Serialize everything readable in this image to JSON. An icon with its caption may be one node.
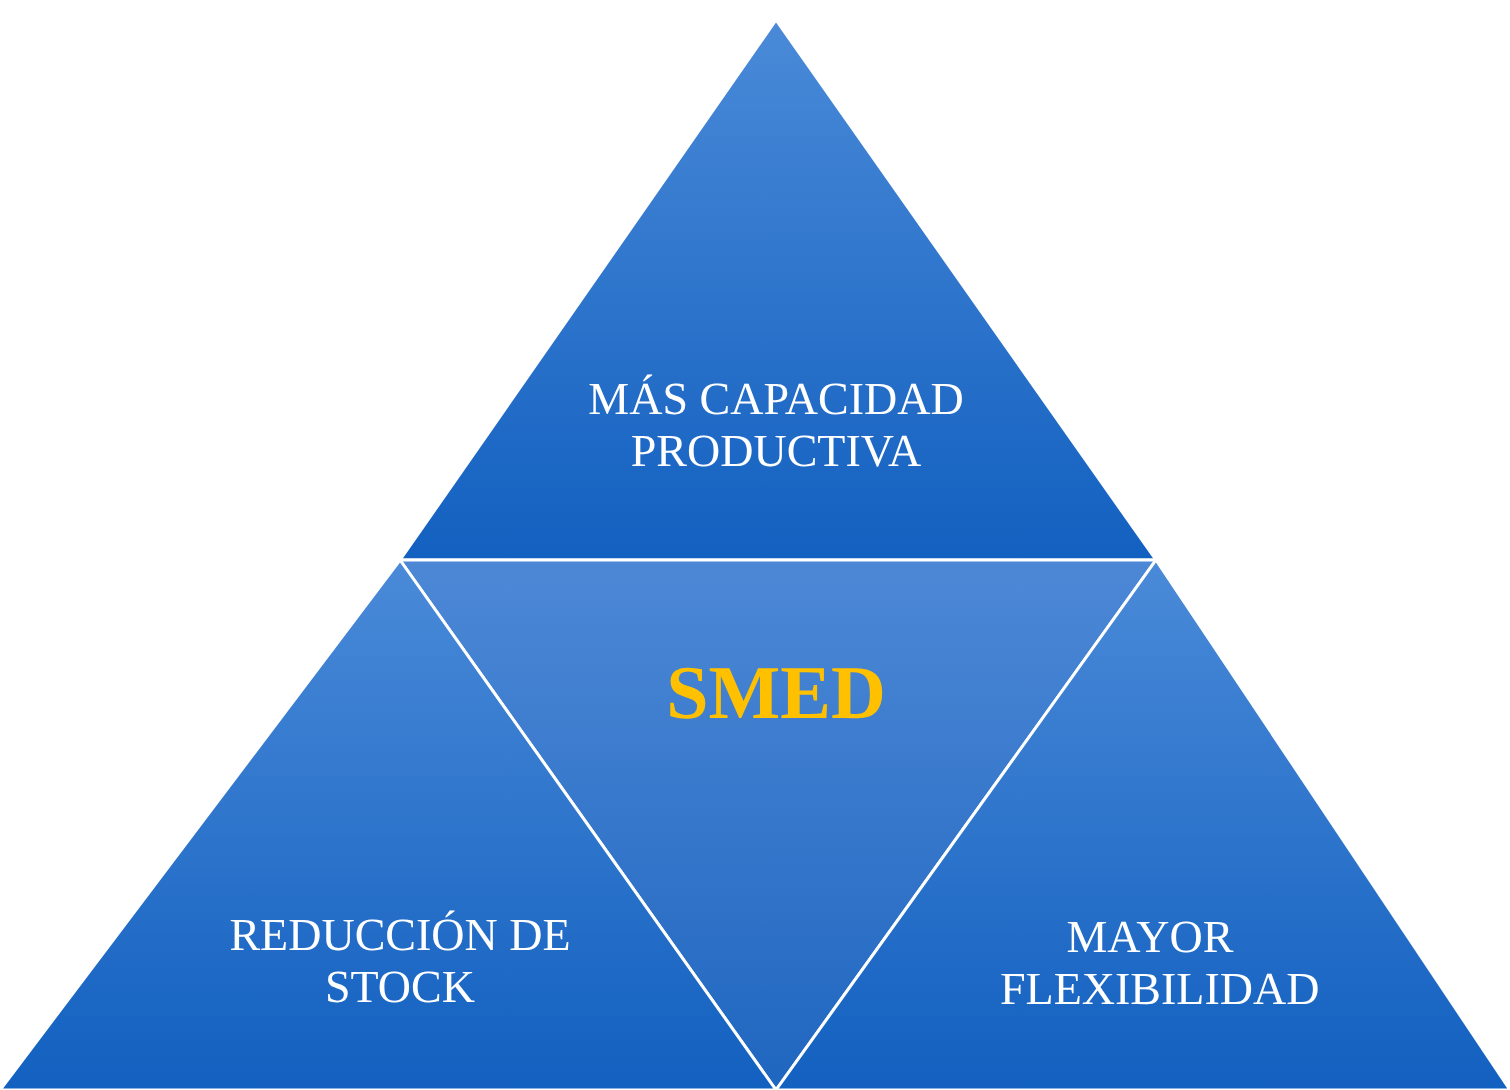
{
  "diagram": {
    "nodes": [
      {
        "text": [
          "MÁS CAPACIDAD PRODUCTIVA"
        ]
      },
      {
        "text": [
          "SMED"
        ]
      },
      {
        "text": [
          "REDUCCIÓN DE STOCK"
        ]
      },
      {
        "text": [
          "MAYOR FLEXIBILIDAD"
        ]
      }
    ]
  }
}
